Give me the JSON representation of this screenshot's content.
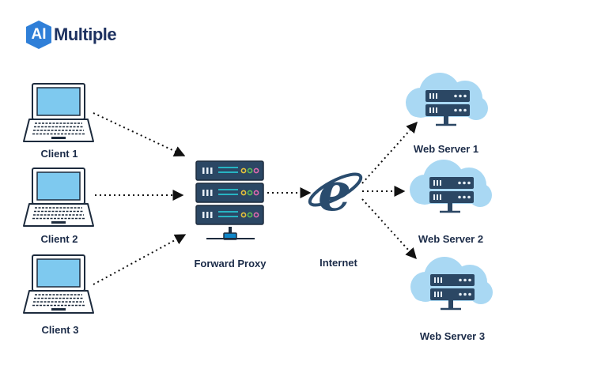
{
  "brand": {
    "badge": "AI",
    "name": "Multiple"
  },
  "nodes": {
    "clients": [
      "Client 1",
      "Client 2",
      "Client 3"
    ],
    "proxy": "Forward Proxy",
    "internet": "Internet",
    "servers": [
      "Web Server 1",
      "Web Server 2",
      "Web Server 3"
    ]
  },
  "colors": {
    "screen": "#7ec9ef",
    "outline": "#1d2b3d",
    "rack": "#2b4764",
    "cloud": "#a9d8f3",
    "internet_icon": "#2a4c6e",
    "proxy_base": "#0f86c8",
    "led_teal": "#27b4c2",
    "led_yellow": "#e8c23a",
    "led_green": "#5fbf57",
    "led_pink": "#e06ab0"
  }
}
